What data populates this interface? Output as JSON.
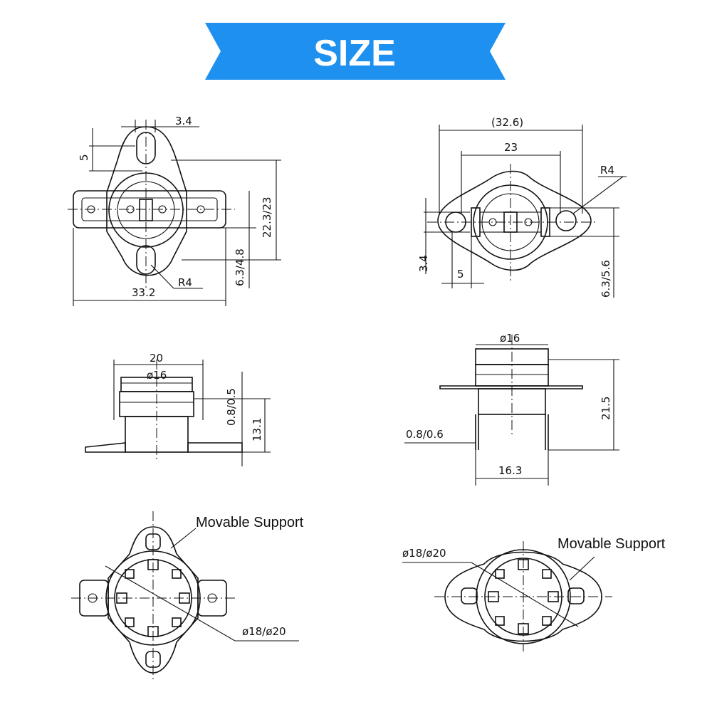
{
  "banner": {
    "title": "SIZE",
    "color": "#1e90f0"
  },
  "panels": {
    "top_left": {
      "dim_hole_width": "3.4",
      "dim_hole_offset": "5",
      "dim_height": "22.3/23",
      "dim_terminal": "6.3/4.8",
      "dim_width": "33.2",
      "dim_radius": "R4"
    },
    "top_right": {
      "dim_overall": "(32.6)",
      "dim_hole_spacing": "23",
      "dim_radius": "R4",
      "dim_terminal_width": "3.4",
      "dim_hole_offset": "5",
      "dim_terminal": "6.3/5.6"
    },
    "mid_left": {
      "dim_flange": "20",
      "dim_diameter": "ø16",
      "dim_thickness": "0.8/0.5",
      "dim_height": "13.1"
    },
    "mid_right": {
      "dim_diameter": "ø16",
      "dim_height": "21.5",
      "dim_thickness": "0.8/0.6",
      "dim_leg_spacing": "16.3"
    },
    "bottom_left": {
      "callout_support": "Movable Support",
      "dim_diameter": "ø18/ø20"
    },
    "bottom_right": {
      "callout_support": "Movable Support",
      "dim_diameter": "ø18/ø20"
    }
  }
}
